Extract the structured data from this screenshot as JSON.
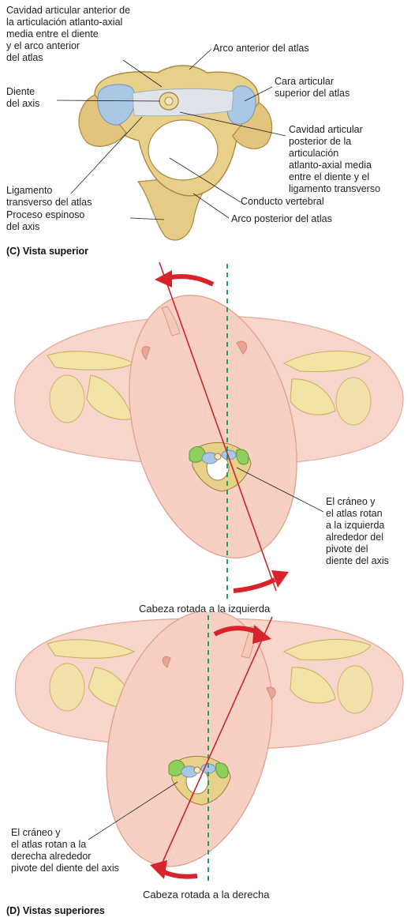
{
  "panel_c": {
    "labels": {
      "anterior_cavity": "Cavidad articular anterior de\nla articulación atlanto-axial\nmedia entre el diente\ny el arco anterior\ndel atlas",
      "dens": "Diente\ndel axis",
      "anterior_arch": "Arco anterior del atlas",
      "superior_facet": "Cara articular\nsuperior del atlas",
      "posterior_cavity": "Cavidad articular\nposterior de la\narticulación\natlanto-axial media\nentre el diente y el\nligamento transverso",
      "transverse_ligament": "Ligamento\ntransverso del atlas",
      "vertebral_canal": "Conducto vertebral",
      "spinous_process": "Proceso espinoso\ndel axis",
      "posterior_arch": "Arco posterior del atlas"
    },
    "caption": "(C) Vista superior"
  },
  "panel_d_left": {
    "note": "El cráneo y\nel atlas rotan\na la izquierda\nalrededor del\npivote del\ndiente del axis",
    "caption": "Cabeza rotada a la izquierda"
  },
  "panel_d_right": {
    "note": "El cráneo y\nel atlas rotan a la\nderecha alrededor\npivote del diente del axis",
    "caption": "Cabeza rotada a la derecha"
  },
  "caption_d": "(D) Vistas superiores",
  "colors": {
    "bone": "#e8cf8a",
    "bone_dark": "#b8954a",
    "cartilage": "#a9c8e6",
    "ligament": "#dfe3ea",
    "skin": "#f8d2c8",
    "skin_line": "#e3a99a",
    "arrow": "#d8232a",
    "axis_line": "#c8262c",
    "midline": "#1fa360",
    "atlas_green": "#8ccf5c"
  }
}
